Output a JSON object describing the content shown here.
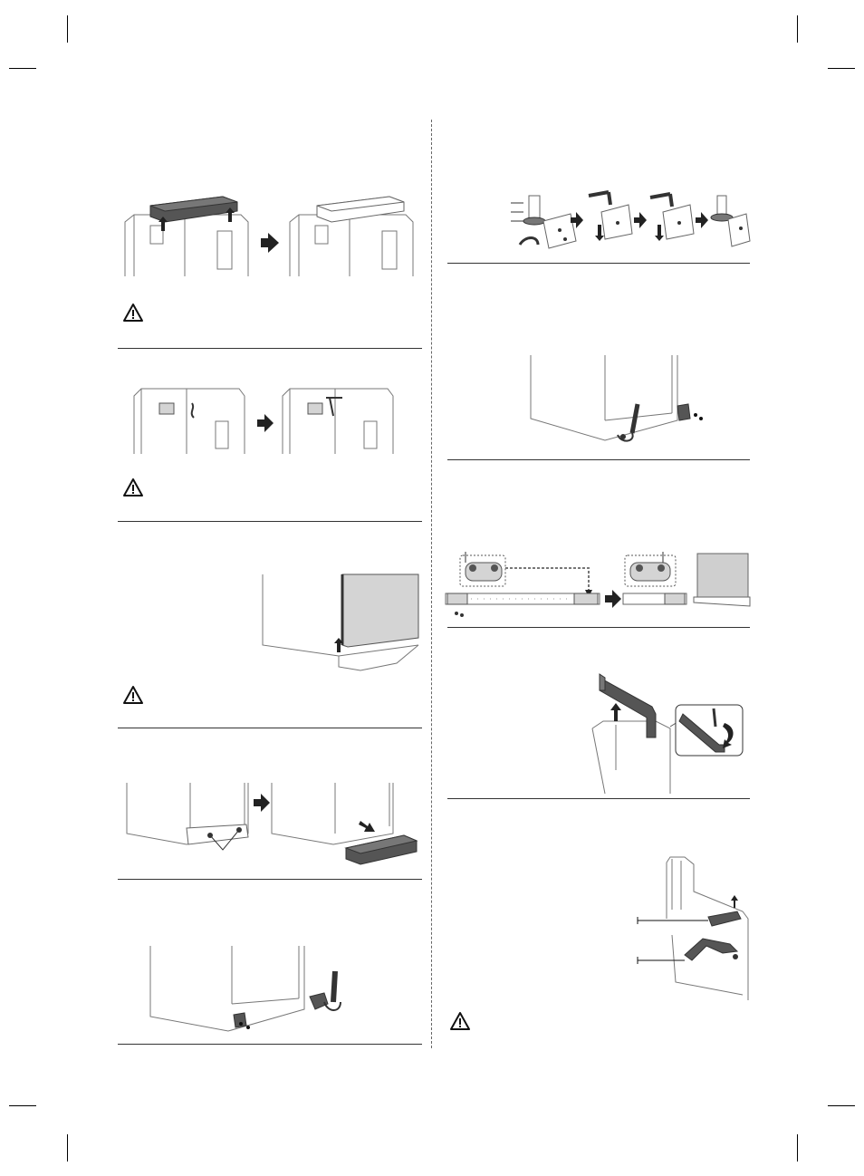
{
  "page": {
    "background": "#ffffff",
    "rule_color": "#333333",
    "arrow_color": "#222222",
    "figure_fill_dark": "#555555",
    "figure_fill_light": "#d4d4d4"
  },
  "left_column": {
    "steps": [
      {
        "figure": "remove-top-hinge-cover",
        "icon": "warning-icon"
      },
      {
        "figure": "disconnect-wire-harness",
        "icon": "warning-icon"
      },
      {
        "figure": "lift-door-off-lower-hinge",
        "icon": "warning-icon"
      },
      {
        "figure": "remove-front-leg-cover"
      },
      {
        "figure": "remove-lower-hinge-bolts"
      }
    ]
  },
  "right_column": {
    "steps": [
      {
        "figure": "hinge-pin-transfer-sequence"
      },
      {
        "figure": "install-lower-hinge-opposite-side"
      },
      {
        "figure": "move-front-cover-bracket"
      },
      {
        "figure": "remove-door-top-cap"
      },
      {
        "figure": "move-door-stopper-and-cap",
        "icon": "warning-icon"
      }
    ]
  }
}
